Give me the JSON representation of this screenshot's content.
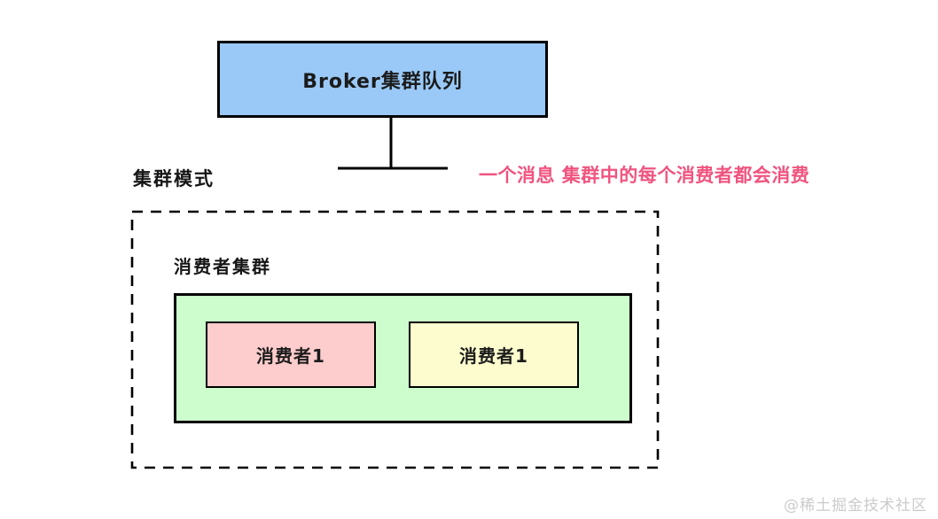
{
  "diagram": {
    "broker_box": {
      "label": "Broker集群队列",
      "fill": "#9ac9f7"
    },
    "cluster_mode_label": "集群模式",
    "consumer_cluster_label": "消费者集群",
    "consumer_container": {
      "fill": "#cdfdcd"
    },
    "consumers": [
      {
        "label": "消费者1",
        "fill": "#fdcccc"
      },
      {
        "label": "消费者1",
        "fill": "#fcfcce"
      }
    ],
    "annotation": {
      "text": "一个消息 集群中的每个消费者都会消费",
      "color": "#f0547f"
    },
    "line_color": "#000000"
  },
  "watermark": "@稀土掘金技术社区"
}
